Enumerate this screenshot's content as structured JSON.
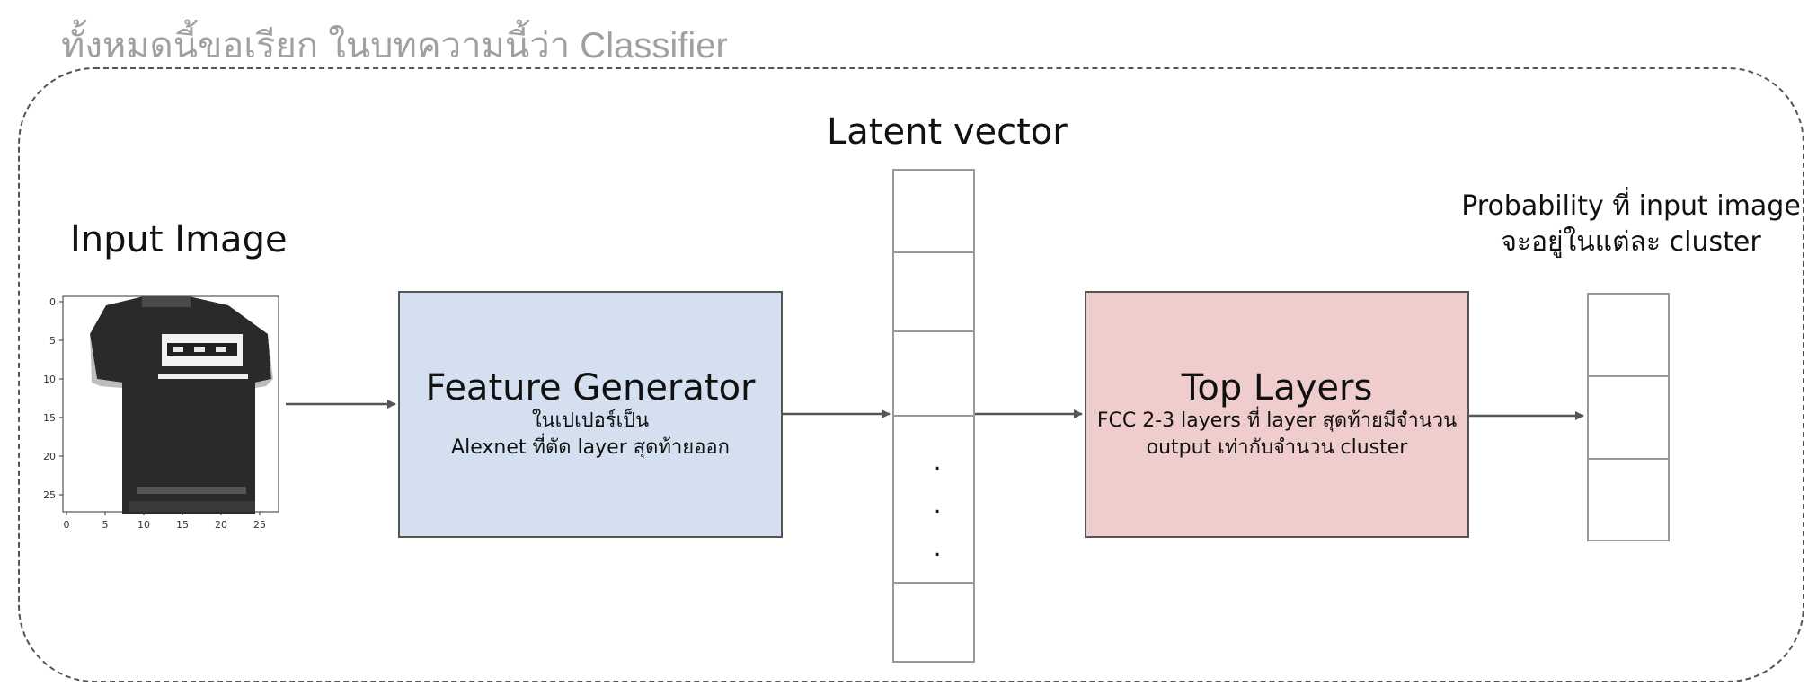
{
  "title": "ทั้งหมดนี้ขอเรียก ในบทความนี้ว่า Classifier",
  "input": {
    "label": "Input Image",
    "y_ticks": [
      "0",
      "5",
      "10",
      "15",
      "20",
      "25"
    ],
    "x_ticks": [
      "0",
      "5",
      "10",
      "15",
      "20",
      "25"
    ]
  },
  "feature_generator": {
    "title": "Feature Generator",
    "line1": "ในเปเปอร์เป็น",
    "line2": "Alexnet ที่ตัด layer สุดท้ายออก"
  },
  "latent": {
    "label": "Latent vector",
    "dots": [
      ".",
      ".",
      "."
    ]
  },
  "top_layers": {
    "title": "Top Layers",
    "line1": "FCC 2-3 layers ที่ layer สุดท้ายมีจำนวน",
    "line2": "output เท่ากับจำนวน cluster"
  },
  "output": {
    "label_line1": "Probability ที่ input image",
    "label_line2": "จะอยู่ในแต่ละ cluster"
  },
  "colors": {
    "feature_box": "#d4e0ef",
    "top_box": "#efcdcd",
    "arrow": "#555555",
    "title_gray": "#a0a0a0"
  }
}
